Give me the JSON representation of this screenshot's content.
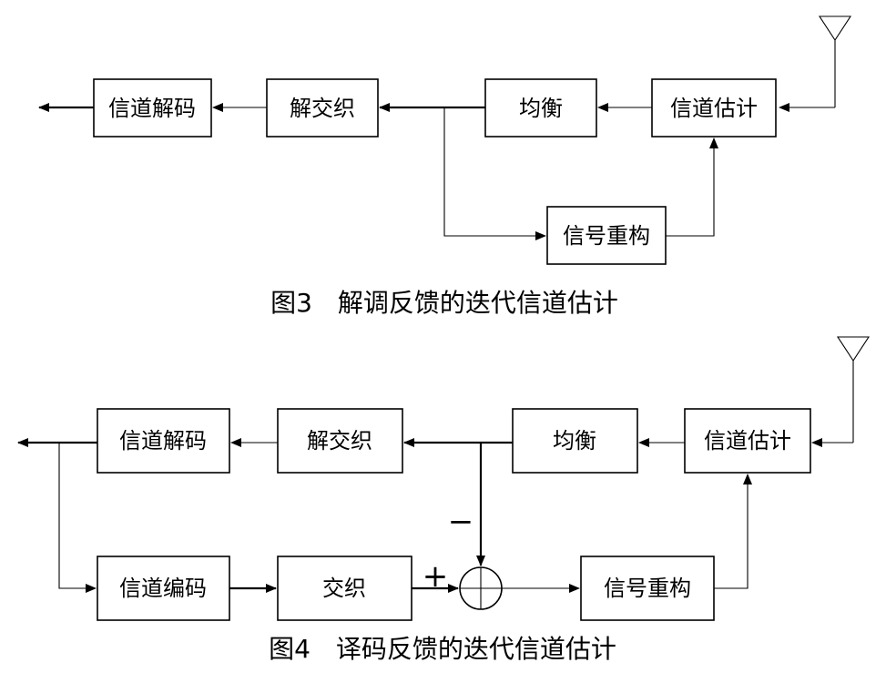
{
  "figure3": {
    "caption": "图3　解调反馈的迭代信道估计",
    "blocks": {
      "channel_decode": "信道解码",
      "deinterleave": "解交织",
      "equalize": "均衡",
      "channel_estimate": "信道估计",
      "signal_reconstruct": "信号重构"
    }
  },
  "figure4": {
    "caption": "图4　译码反馈的迭代信道估计",
    "blocks": {
      "channel_decode": "信道解码",
      "deinterleave": "解交织",
      "equalize": "均衡",
      "channel_estimate": "信道估计",
      "channel_encode": "信道编码",
      "interleave": "交织",
      "signal_reconstruct": "信号重构"
    },
    "plus_sign": "+",
    "minus_sign": "−"
  }
}
